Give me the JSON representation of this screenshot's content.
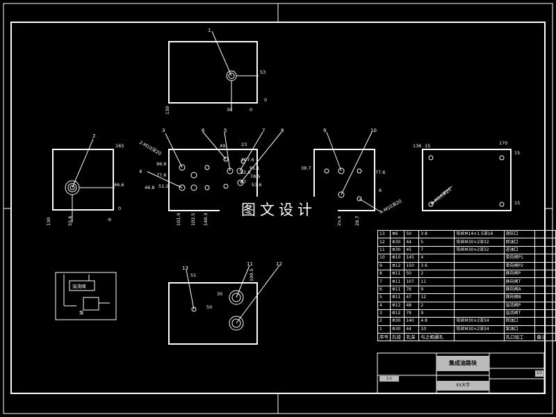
{
  "watermark": "图文设计",
  "views": {
    "top": {
      "label_1": "1",
      "dim_53": "53",
      "dim_0r": "0",
      "dim_30": "30",
      "dim_0b": "0",
      "dim_130": "130"
    },
    "left": {
      "label_2": "2",
      "dim_165": "165",
      "dim_46_6": "46.6",
      "dim_0": "0",
      "dim_130": "130",
      "dim_55_6": "55.6",
      "dim_0b": "0"
    },
    "front": {
      "labels": [
        "3",
        "4",
        "5",
        "6",
        "7",
        "8"
      ],
      "leader_note": "2-M10深20",
      "dims_left": [
        "96.6",
        "77.6",
        "46.8",
        "51.2"
      ],
      "dims_right": [
        "107.6",
        "91.1",
        "82.6",
        "78.5",
        "87",
        "53.6"
      ],
      "dims_top": [
        "49",
        "23"
      ],
      "dims_bottom": [
        "101.9",
        "102.5",
        "140.3"
      ]
    },
    "right": {
      "labels": [
        "9",
        "10"
      ],
      "dims": [
        "38.7",
        "77.6",
        "25.6",
        "28.7",
        "6"
      ],
      "leader_note": "4-M10深20"
    },
    "back": {
      "dims": [
        "136",
        "15",
        "170",
        "15",
        "15"
      ],
      "leader_note": "4-M10深20"
    },
    "bottom": {
      "labels": [
        "11",
        "12",
        "13"
      ],
      "dims": [
        "51",
        "50",
        "30",
        "100.5"
      ]
    }
  },
  "parts_table": {
    "headers": [
      "序号",
      "孔径",
      "孔深",
      "与之相通孔",
      "",
      "孔口加工",
      "备注"
    ],
    "rows": [
      [
        "13",
        "Φ6",
        "50",
        "3  8",
        "攻丝M14×1.5深16",
        "测压口"
      ],
      [
        "12",
        "Φ30",
        "44",
        "5",
        "攻丝M30×2深32",
        "回油口"
      ],
      [
        "11",
        "Φ30",
        "45",
        "7",
        "攻丝M30×2深32",
        "进油口"
      ],
      [
        "10",
        "Φ10",
        "145",
        "4",
        "",
        "单向阀P1"
      ],
      [
        "9",
        "Φ12",
        "150",
        "3  6",
        "",
        "单向阀P2"
      ],
      [
        "8",
        "Φ11",
        "50",
        "2",
        "",
        "换向阀P"
      ],
      [
        "7",
        "Φ11",
        "107",
        "11",
        "",
        "换向阀T"
      ],
      [
        "6",
        "Φ11",
        "76",
        "9",
        "",
        "换向阀A"
      ],
      [
        "5",
        "Φ11",
        "47",
        "12",
        "",
        "换向阀B"
      ],
      [
        "4",
        "Φ12",
        "48",
        "2",
        "",
        "溢流阀P"
      ],
      [
        "3",
        "Φ12",
        "79",
        "9",
        "",
        "溢流阀T"
      ],
      [
        "2",
        "Φ30",
        "140",
        "4  8",
        "攻丝M30×2深34",
        "回油口"
      ],
      [
        "1",
        "Φ30",
        "44",
        "10",
        "攻丝M30×2深34",
        "泵油口"
      ]
    ]
  },
  "title_block": {
    "title": "集成油路块",
    "company": "XX大学",
    "scale": "1:1",
    "sheet": "1/1"
  },
  "schematic": {
    "valve_label": "溢流阀",
    "pump_label": "泵"
  }
}
